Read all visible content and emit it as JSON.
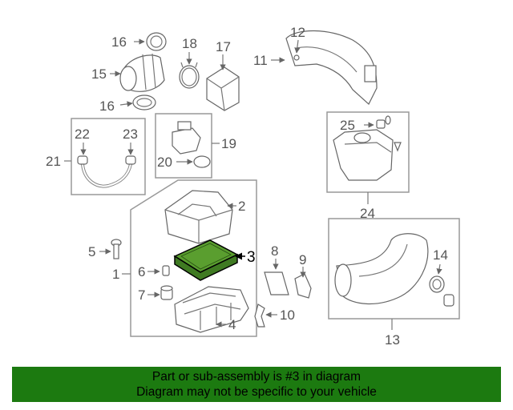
{
  "callouts": {
    "c1": "1",
    "c2": "2",
    "c3": "3",
    "c4": "4",
    "c5": "5",
    "c6": "6",
    "c7": "7",
    "c8": "8",
    "c9": "9",
    "c10": "10",
    "c11": "11",
    "c12": "12",
    "c13": "13",
    "c14": "14",
    "c15": "15",
    "c16a": "16",
    "c16b": "16",
    "c17": "17",
    "c18": "18",
    "c19": "19",
    "c20": "20",
    "c21": "21",
    "c22": "22",
    "c23": "23",
    "c24": "24",
    "c25": "25"
  },
  "highlight_color": "#5a9e2f",
  "banner": {
    "line1": "Part or sub-assembly is #3 in diagram",
    "line2": "Diagram may not be specific to your vehicle",
    "color": "#1c7a10"
  }
}
